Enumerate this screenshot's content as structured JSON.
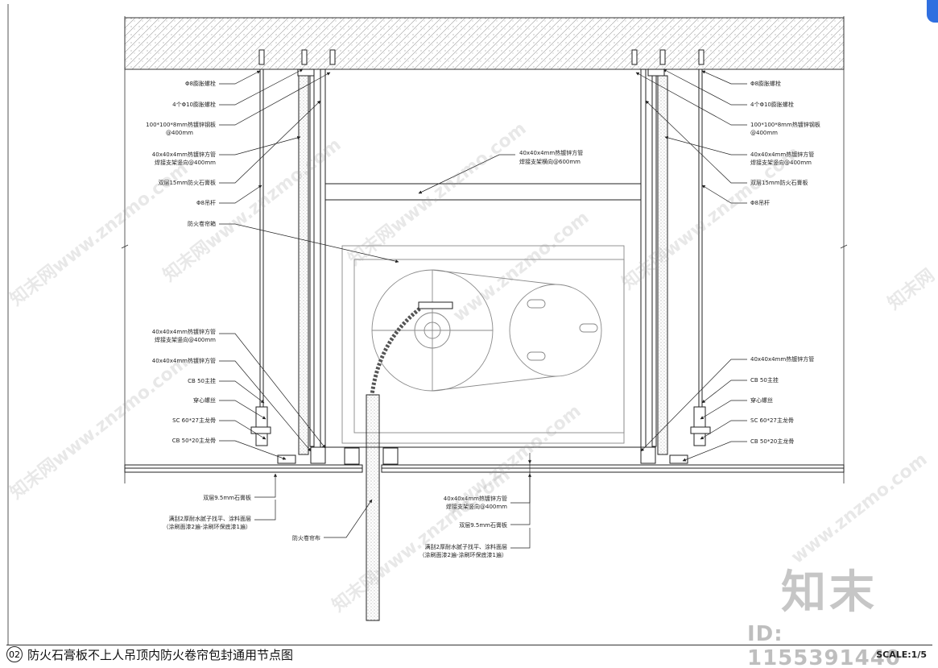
{
  "labels_left": [
    "Φ8膨胀螺栓",
    "4个Φ10膨胀螺栓",
    "100*100*8mm热镀锌钢板",
    "@400mm",
    "40x40x4mm热镀锌方管",
    "焊接支架竖向@400mm",
    "双层15mm防火石膏板",
    "Φ8吊杆",
    "防火卷帘箱",
    "40x40x4mm热镀锌方管",
    "焊接支架竖向@400mm",
    "40x40x4mm热镀锌方管",
    "CB 50主挂",
    "穿心螺丝",
    "SC 60*27主龙骨",
    "CB 50*20主龙骨"
  ],
  "labels_right": [
    "Φ8膨胀螺栓",
    "4个Φ10膨胀螺栓",
    "100*100*8mm热镀锌钢板",
    "@400mm",
    "40x40x4mm热镀锌方管",
    "焊接支架竖向@400mm",
    "双层15mm防火石膏板",
    "Φ8吊杆",
    "40x40x4mm热镀锌方管",
    "CB 50主挂",
    "穿心螺丝",
    "SC 60*27主龙骨",
    "CB 50*20主龙骨"
  ],
  "label_center_top": [
    "40x40x4mm热镀锌方管",
    "焊接支架横向@600mm"
  ],
  "labels_bottom_left": [
    "双层9.5mm石膏板",
    "满刮2厚耐水腻子找平、涂料面层",
    "（涂刷面漆2遍-涂刷环保底漆1遍）",
    "防火卷帘布"
  ],
  "labels_bottom_center": [
    "40x40x4mm热镀锌方管",
    "焊接支架竖向@400mm",
    "双层9.5mm石膏板",
    "满刮2厚耐水腻子找平、涂料面层",
    "（涂刷面漆2遍-涂刷环保底漆1遍）"
  ],
  "watermarks": [
    "知末网www.znzmo.com",
    "知末网www.znzmo.com",
    "知末网www.znzmo.com",
    "www.znzmo.com",
    "知末网www.znzmo.com",
    "知末网www.znzmo.com",
    "知末网www.znzmo.com",
    "www.znzmo.com",
    "知末网",
    "www.znzmo.com"
  ],
  "logo_text": "知末",
  "watermark_id": "ID: 1155391440",
  "title": {
    "number": "02",
    "text": "防火石膏板不上人吊顶内防火卷帘包封通用节点图"
  },
  "scale": "SCALE:1/5",
  "colors": {
    "line": "#222222",
    "hatch": "#888888",
    "accent_icon": "#2f6fe0"
  }
}
